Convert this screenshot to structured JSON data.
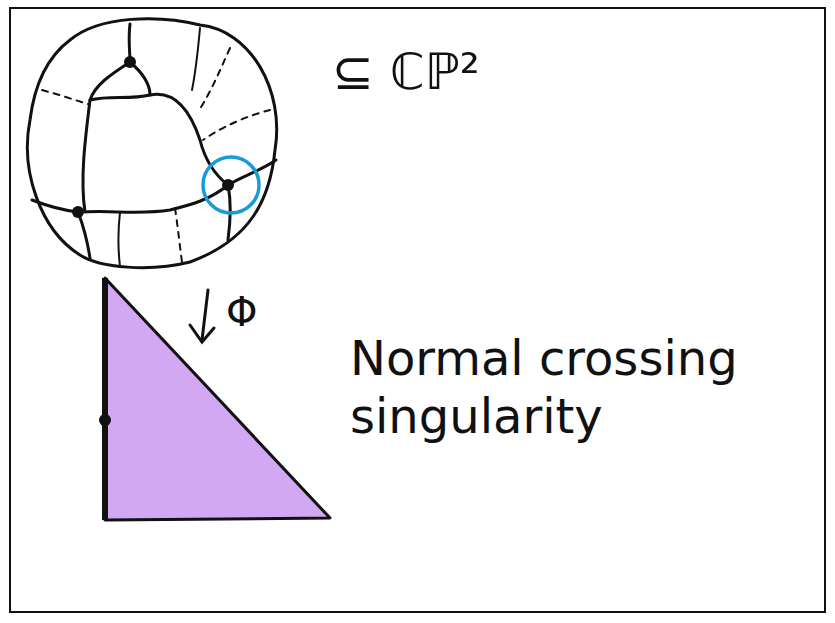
{
  "diagram": {
    "labels": [
      "⊆ ℂℙ²",
      "Φ",
      "Normal crossing singularity"
    ]
  }
}
